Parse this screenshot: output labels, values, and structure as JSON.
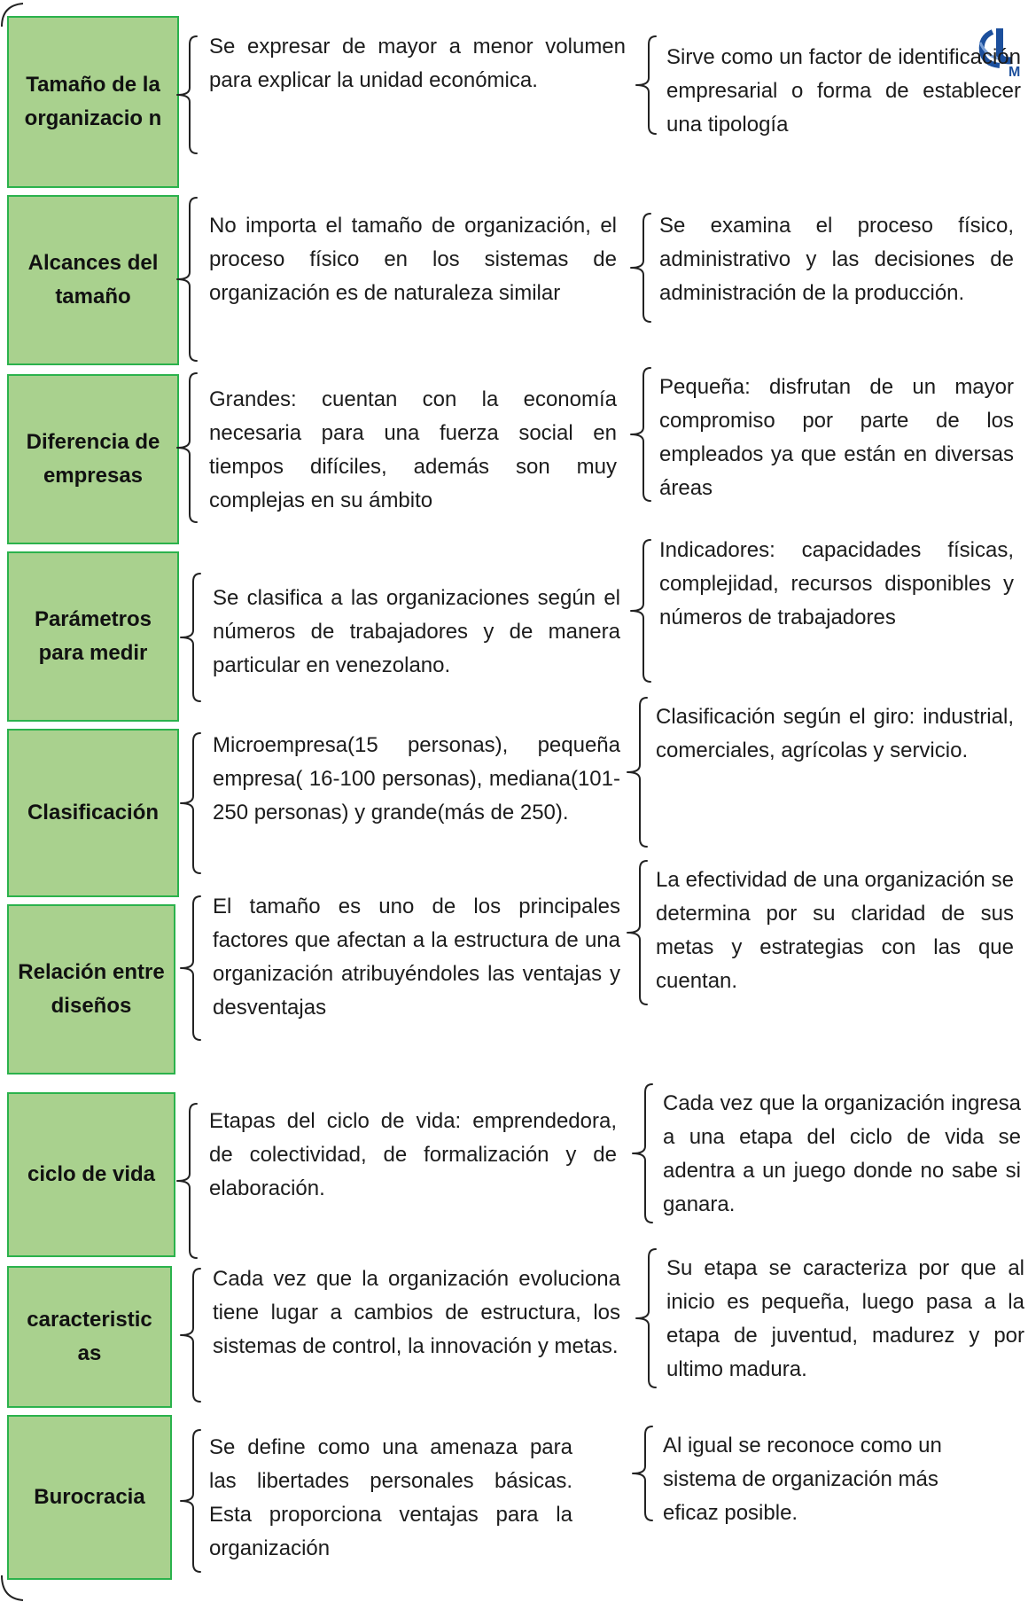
{
  "rows": [
    {
      "label": "Tamaño de la organizacio n",
      "middle": "Se expresar de mayor a menor volumen para explicar la unidad económica.",
      "right": "Sirve como un factor de identificación empresarial o forma de establecer una tipología"
    },
    {
      "label": "Alcances del tamaño",
      "middle": "No importa el tamaño de organización, el proceso físico en los sistemas de organización es de naturaleza similar",
      "right": "Se examina el proceso físico, administrativo y las decisiones de administración de la producción."
    },
    {
      "label": "Diferencia de empresas",
      "middle": "Grandes: cuentan con la economía necesaria para una fuerza social en tiempos difíciles, además son muy complejas en su ámbito",
      "right": "Pequeña: disfrutan de un mayor compromiso por parte de los empleados ya que están en diversas áreas"
    },
    {
      "label": "Parámetros para medir",
      "middle": "Se clasifica a las organizaciones según el números de trabajadores y de manera particular en venezolano.",
      "right": "Indicadores: capacidades físicas, complejidad, recursos disponibles y números de trabajadores"
    },
    {
      "label": "Clasificación",
      "middle": "Microempresa(15 personas), pequeña empresa( 16-100 personas), mediana(101-250 personas) y grande(más de 250).",
      "right": "Clasificación según el giro: industrial, comerciales, agrícolas y servicio."
    },
    {
      "label": "Relación entre diseños",
      "middle": "El tamaño es uno de los principales factores que afectan a la estructura de una organización atribuyéndoles las ventajas y desventajas",
      "right": "La efectividad de una organización se determina por su claridad de sus metas y estrategias con las que cuentan."
    },
    {
      "label": "ciclo de vida",
      "middle": "Etapas del ciclo de vida: emprendedora, de colectividad, de formalización y de elaboración.",
      "right": "Cada vez que la organización ingresa a una etapa del ciclo de vida se adentra a un juego donde no sabe si ganara."
    },
    {
      "label": "caracteristic as",
      "middle": "Cada vez que la organización evoluciona tiene lugar a cambios de estructura, los sistemas de control, la innovación y metas.",
      "right": "Su etapa se caracteriza por que al inicio es pequeña, luego pasa a la etapa de juventud, madurez y por ultimo madura."
    },
    {
      "label": "Burocracia",
      "middle": "Se define como una amenaza para las libertades personales básicas. Esta proporciona ventajas para la organización",
      "right": "Al igual se reconoce como un sistema de organización más eficaz posible."
    }
  ],
  "colors": {
    "box_fill": "#a9d18e",
    "box_border": "#2bb24c",
    "text": "#1c1c1c",
    "brace": "#222222",
    "logo": "#1c4f9c"
  },
  "logo": {
    "icon": "university-logo-icon",
    "letter": "M"
  }
}
